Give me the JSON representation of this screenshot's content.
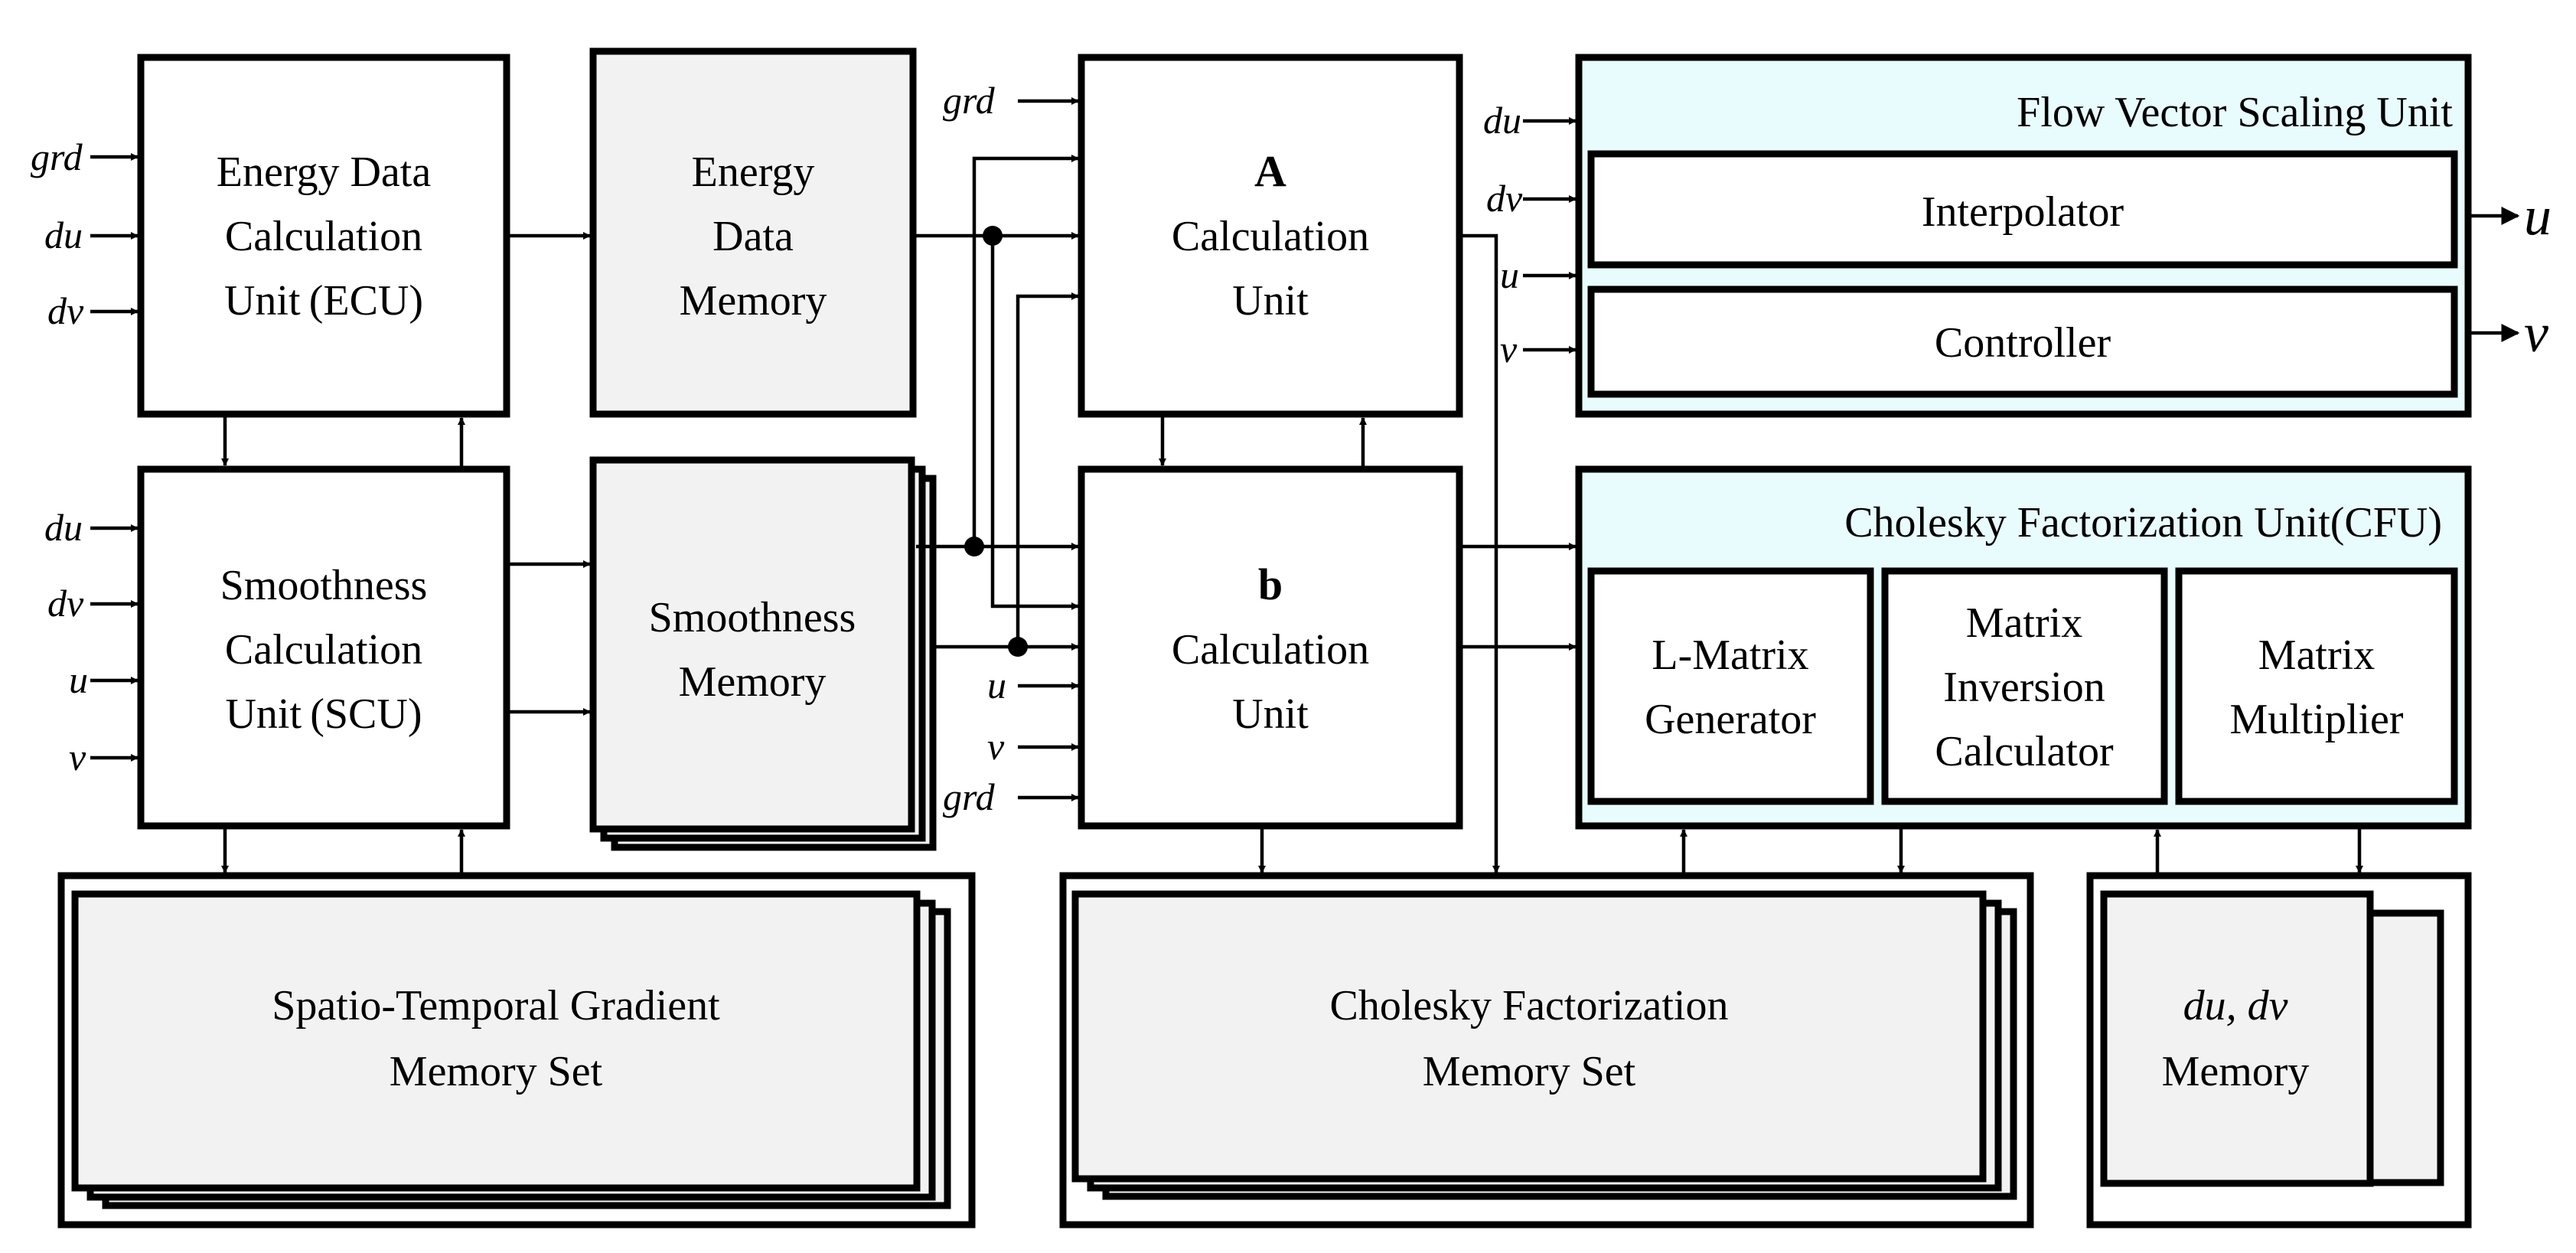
{
  "colors": {
    "block_fill": "#f2f2f2",
    "unit_fill": "#e8fbfd",
    "stroke": "#000000"
  },
  "ecu": {
    "line1": "Energy Data",
    "line2": "Calculation",
    "line3": "Unit (ECU)"
  },
  "energy_memory": {
    "line1": "Energy",
    "line2": "Data",
    "line3": "Memory"
  },
  "a_unit": {
    "line1": "A",
    "line2": "Calculation",
    "line3": "Unit"
  },
  "scu": {
    "line1": "Smoothness",
    "line2": "Calculation",
    "line3": "Unit (SCU)"
  },
  "smoothness_memory": {
    "line1": "Smoothness",
    "line2": "Memory"
  },
  "b_unit": {
    "line1": "b",
    "line2": "Calculation",
    "line3": "Unit"
  },
  "fvsu": {
    "title": "Flow Vector Scaling Unit",
    "interpolator": "Interpolator",
    "controller": "Controller"
  },
  "cfu": {
    "title": "Cholesky Factorization Unit(CFU)",
    "lmatrix": {
      "line1": "L-Matrix",
      "line2": "Generator"
    },
    "inversion": {
      "line1": "Matrix",
      "line2": "Inversion",
      "line3": "Calculator"
    },
    "multiplier": {
      "line1": "Matrix",
      "line2": "Multiplier"
    }
  },
  "stg_memory": {
    "line1": "Spatio-Temporal Gradient",
    "line2": "Memory Set"
  },
  "cf_memory": {
    "line1": "Cholesky Factorization",
    "line2": "Memory Set"
  },
  "duv_memory": {
    "line1": "du, dv",
    "line2": "Memory"
  },
  "signals": {
    "grd": "grd",
    "du": "du",
    "dv": "dv",
    "u": "u",
    "v": "v",
    "out_u": "u",
    "out_v": "v"
  }
}
